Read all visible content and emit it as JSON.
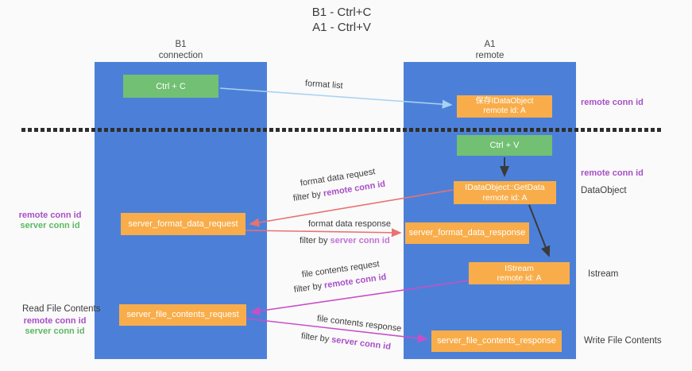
{
  "title": {
    "line1": "B1 - Ctrl+C",
    "line2": "A1 - Ctrl+V"
  },
  "lifelines": {
    "b1": {
      "name": "B1",
      "role": "connection"
    },
    "a1": {
      "name": "A1",
      "role": "remote"
    }
  },
  "nodes": {
    "ctrl_c": {
      "label": "Ctrl + C"
    },
    "ctrl_v": {
      "label": "Ctrl + V"
    },
    "save_dataobject": {
      "line1": "保存IDataObject",
      "line2": "remote id: A"
    },
    "getdata": {
      "line1": "IDataObject::GetData",
      "line2": "remote id: A"
    },
    "istream": {
      "line1": "IStream",
      "line2": "remote id: A"
    },
    "server_format_data_request": {
      "label": "server_format_data_request"
    },
    "server_format_data_response": {
      "label": "server_format_data_response"
    },
    "server_file_contents_request": {
      "label": "server_file_contents_request"
    },
    "server_file_contents_response": {
      "label": "server_file_contents_response"
    }
  },
  "edge_labels": {
    "format_list": "format list",
    "format_data_request": "format data request",
    "format_data_response": "format data response",
    "file_contents_request": "file contents request",
    "file_contents_response": "file contents response",
    "filter_by": "filter by ",
    "remote_conn_id": "remote conn id",
    "server_conn_id": "server conn id"
  },
  "side_labels": {
    "right_top_remote_conn_id": "remote conn id",
    "right_mid_remote_conn_id": "remote conn id",
    "dataobject": "DataObject",
    "istream": "Istream",
    "write_file_contents": "Write File Contents",
    "left_remote_conn_id": "remote conn id",
    "left_server_conn_id": "server conn id",
    "read_file_contents": "Read File Contents",
    "left2_remote_conn_id": "remote conn id",
    "left2_server_conn_id": "server conn id"
  },
  "colors": {
    "panel_blue": "#4c80d8",
    "box_orange": "#f8ad4a",
    "box_green": "#72c073",
    "arrow_light_blue": "#a6d2f2",
    "arrow_red": "#e87272",
    "arrow_magenta": "#c74fc7",
    "arrow_black": "#3a3a3a",
    "text_purple": "#a84fc6",
    "text_green": "#5cb863"
  }
}
